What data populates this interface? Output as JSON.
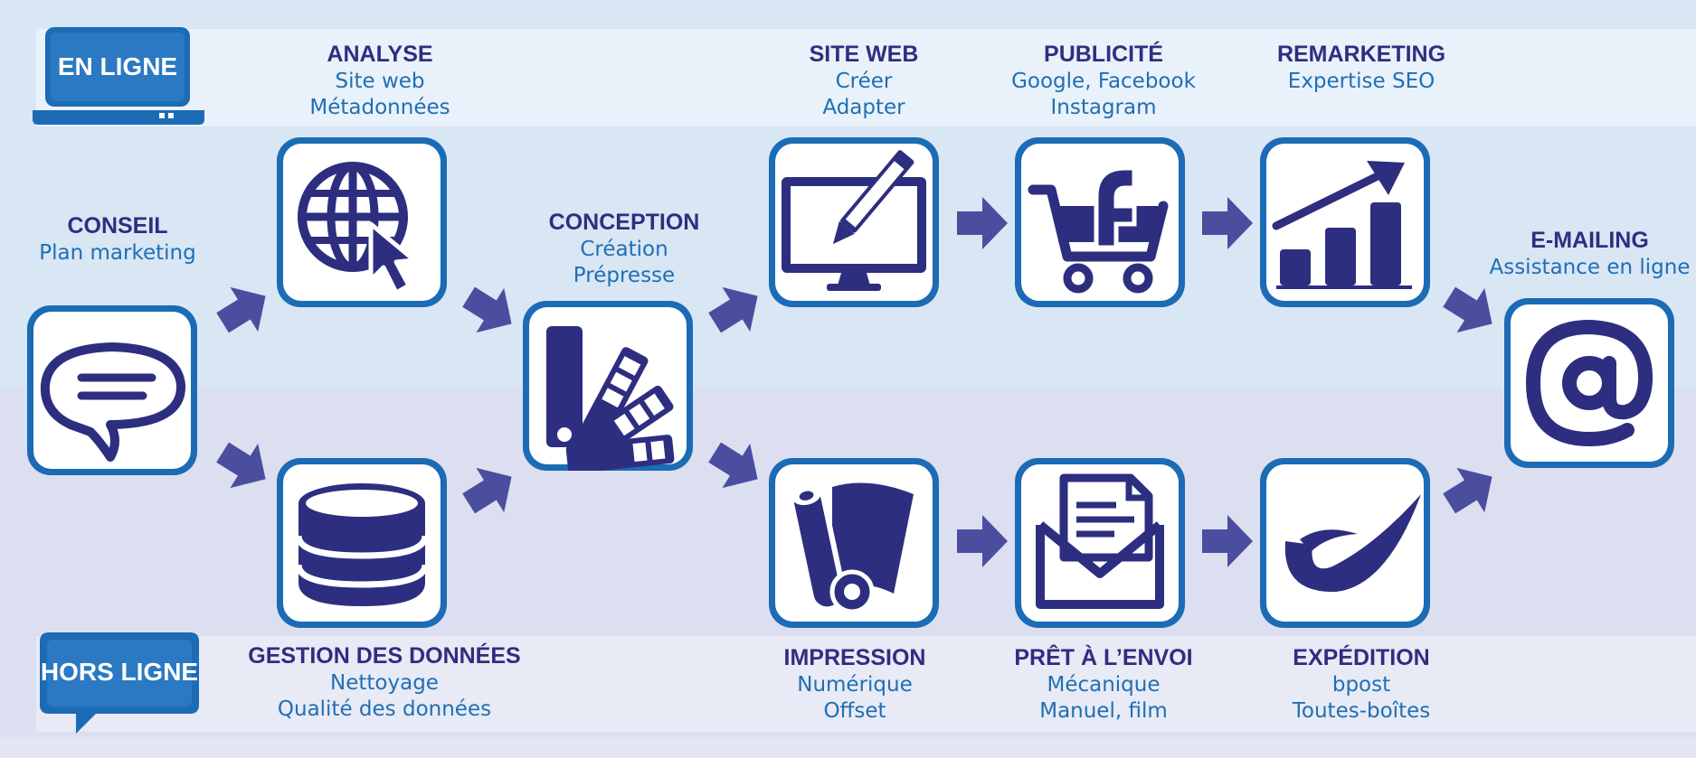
{
  "badges": {
    "online": "EN LIGNE",
    "offline": "HORS LIGNE"
  },
  "steps": {
    "conseil": {
      "title": "CONSEIL",
      "lines": [
        "Plan marketing"
      ],
      "icon": "speech-bubble-icon"
    },
    "analyse": {
      "title": "ANALYSE",
      "lines": [
        "Site web",
        "Métadonnées"
      ],
      "icon": "globe-cursor-icon"
    },
    "gestion": {
      "title": "GESTION DES DONNÉES",
      "lines": [
        "Nettoyage",
        "Qualité des données"
      ],
      "icon": "database-icon"
    },
    "conception": {
      "title": "CONCEPTION",
      "lines": [
        "Création",
        "Prépresse"
      ],
      "icon": "color-swatch-icon"
    },
    "siteweb": {
      "title": "SITE WEB",
      "lines": [
        "Créer",
        "Adapter"
      ],
      "icon": "monitor-pen-icon"
    },
    "impression": {
      "title": "IMPRESSION",
      "lines": [
        "Numérique",
        "Offset"
      ],
      "icon": "paper-roll-icon"
    },
    "publicite": {
      "title": "PUBLICITÉ",
      "lines": [
        "Google, Facebook",
        "Instagram"
      ],
      "icon": "facebook-cart-icon"
    },
    "pret": {
      "title": "PRÊT À L’ENVOI",
      "lines": [
        "Mécanique",
        "Manuel, film"
      ],
      "icon": "envelope-letter-icon"
    },
    "remarketing": {
      "title": "REMARKETING",
      "lines": [
        "Expertise SEO"
      ],
      "icon": "growth-chart-icon"
    },
    "expedition": {
      "title": "EXPÉDITION",
      "lines": [
        "bpost",
        "Toutes-boîtes"
      ],
      "icon": "bpost-logo-icon"
    },
    "emailing": {
      "title": "E-MAILING",
      "lines": [
        "Assistance en ligne"
      ],
      "icon": "at-sign-icon"
    }
  },
  "colors": {
    "navy": "#2e2e80",
    "blue": "#1b6bb5",
    "subtitle": "#1f6fb4",
    "arrow": "#4b4e9f"
  }
}
